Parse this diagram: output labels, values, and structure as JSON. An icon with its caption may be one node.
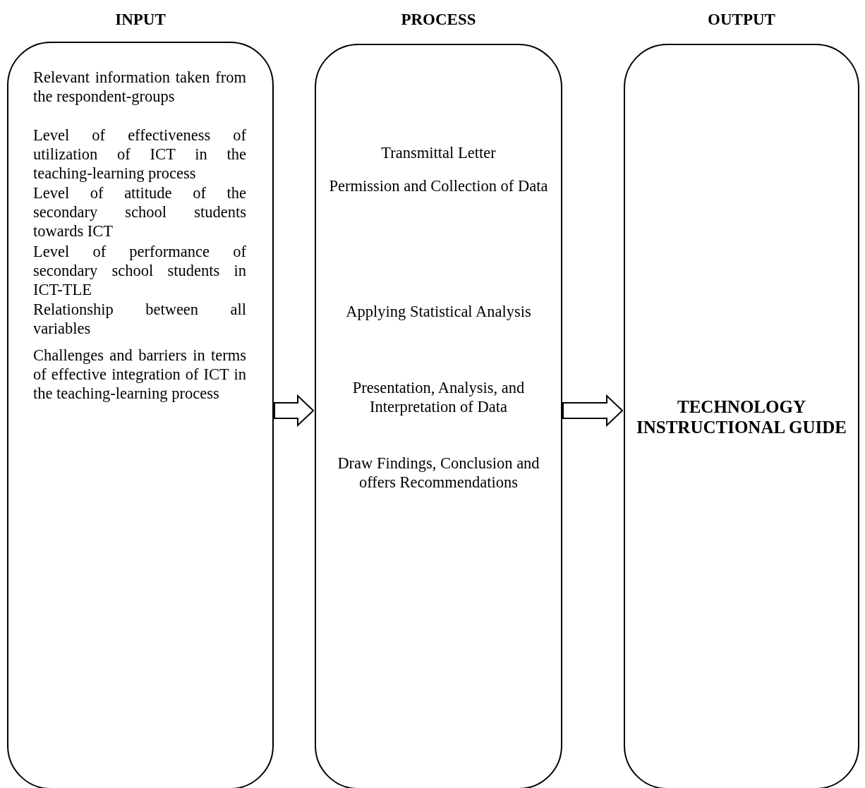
{
  "diagram": {
    "nodes": [
      {
        "text": [
          "INPUT",
          "Relevant information taken from the respondent-groups",
          "Level of effectiveness of utilization of ICT in the teaching-learning process",
          "Level of attitude of the secondary school students towards ICT",
          "Level of performance of secondary school students in ICT-TLE",
          "Relationship between all variables",
          "Challenges and barriers in terms of effective integration of ICT in the teaching-learning process"
        ]
      },
      {
        "text": [
          "PROCESS",
          "Transmittal Letter",
          "Permission and Collection of Data",
          "Applying Statistical Analysis",
          "Presentation, Analysis, and Interpretation of Data",
          "Draw Findings, Conclusion and offers Recommendations"
        ]
      },
      {
        "text": [
          "OUTPUT",
          "TECHNOLOGY INSTRUCTIONAL GUIDE"
        ]
      }
    ],
    "edges": [
      {
        "from": 0,
        "to": 1,
        "arrow": "to"
      },
      {
        "from": 1,
        "to": 2,
        "arrow": "to"
      }
    ]
  }
}
